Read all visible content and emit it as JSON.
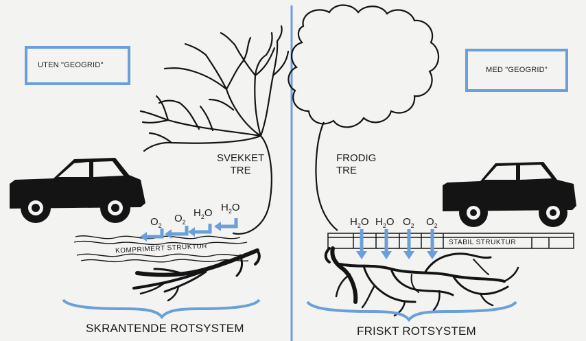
{
  "left_panel": {
    "box_label": "UTEN \"GEOGRID\"",
    "tree_label_line1": "SVEKKET",
    "tree_label_line2": "TRE",
    "molecules": [
      {
        "base": "O",
        "sub": "2"
      },
      {
        "base": "O",
        "sub": "2"
      },
      {
        "base": "H",
        "sub": "2",
        "tail": "O"
      },
      {
        "base": "H",
        "sub": "2",
        "tail": "O"
      }
    ],
    "soil_label": "KOMPRIMERT STRUKTUR",
    "caption": "SKRANTENDE ROTSYSTEM"
  },
  "right_panel": {
    "box_label": "MED \"GEOGRID\"",
    "tree_label_line1": "FRODIG",
    "tree_label_line2": "TRE",
    "molecules": [
      {
        "base": "H",
        "sub": "2",
        "tail": "O"
      },
      {
        "base": "H",
        "sub": "2",
        "tail": "O"
      },
      {
        "base": "O",
        "sub": "2"
      },
      {
        "base": "O",
        "sub": "2"
      }
    ],
    "grid_label": "STABIL STRUKTUR",
    "caption": "FRISKT ROTSYSTEM"
  },
  "colors": {
    "accent_blue": "#6a9fd8",
    "ink": "#141414",
    "paper": "#f3f3f1"
  },
  "icons": [
    "car-icon",
    "tree-branches-icon",
    "tree-crown-cloud-icon",
    "roots-icon",
    "down-arrow-icon"
  ]
}
